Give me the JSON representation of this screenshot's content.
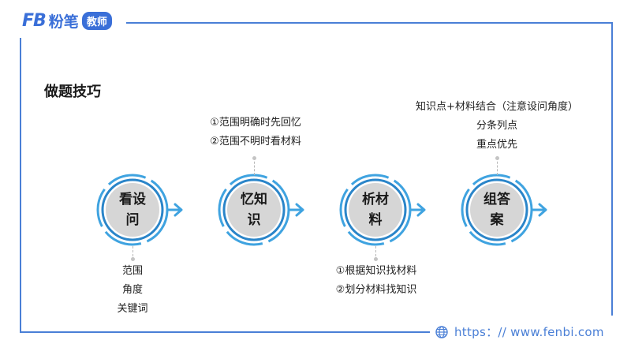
{
  "logo": {
    "mark": "FB",
    "name": "粉笔",
    "badge": "教师"
  },
  "page_title": "做题技巧",
  "steps": [
    {
      "line1": "看设",
      "line2": "问"
    },
    {
      "line1": "忆知",
      "line2": "识"
    },
    {
      "line1": "析材",
      "line2": "料"
    },
    {
      "line1": "组答",
      "line2": "案"
    }
  ],
  "notes": {
    "recall": [
      "①范围明确时先回忆",
      "②范围不明时看材料"
    ],
    "analyze": [
      "①根据知识找材料",
      "②划分材料找知识"
    ],
    "question": [
      "范围",
      "角度",
      "关键词"
    ],
    "answer": [
      "知识点+材料结合（注意设问角度）",
      "分条列点",
      "重点优先"
    ]
  },
  "footer": {
    "url": "https：// www.fenbi.com",
    "icon": "globe-icon"
  },
  "colors": {
    "accent": "#4a7fd6",
    "ring_outer": "#3fa3e0",
    "ring_inner": "#2a85c9",
    "circle_fill": "#d6d6d6"
  }
}
